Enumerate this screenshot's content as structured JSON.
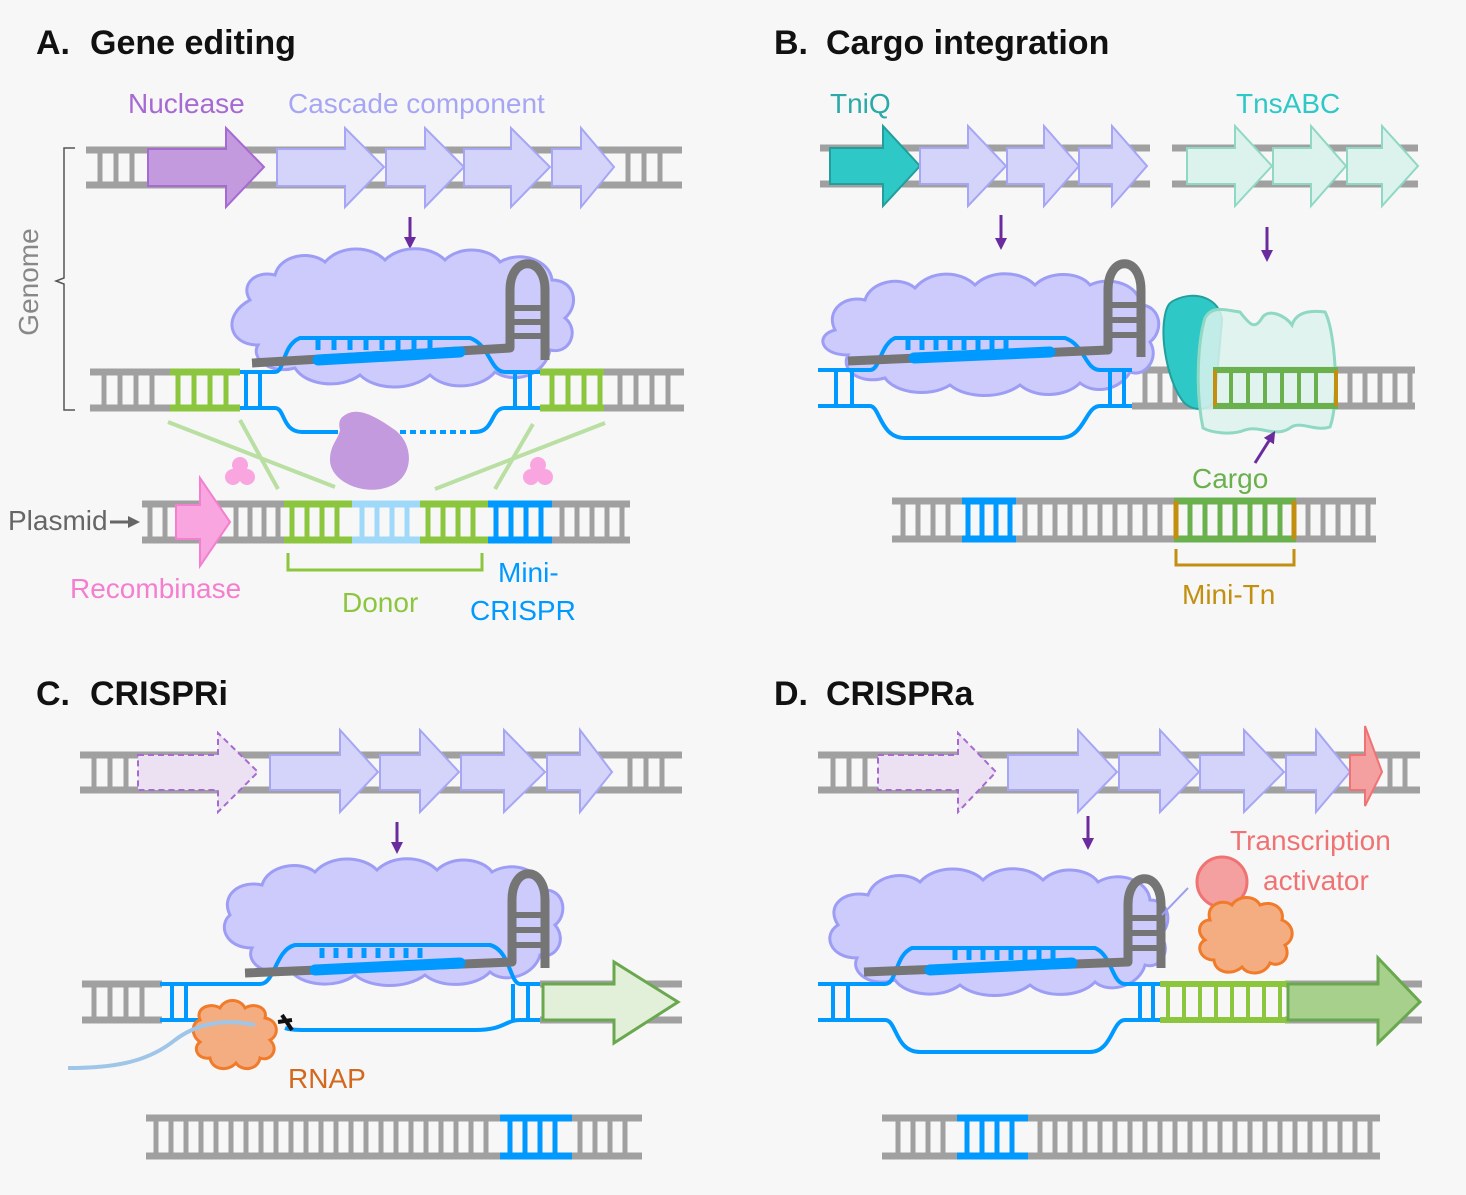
{
  "colors": {
    "background": "#f7f7f7",
    "dna": "#a0a0a0",
    "nuclease": "#c39ade",
    "nuclease_stroke": "#a66ad2",
    "cascade": "#d4d4fb",
    "cascade_stroke": "#a6a6f5",
    "cloud": "#cccbfb",
    "cloud_stroke": "#9d9df5",
    "crispr_blue": "#0099ff",
    "crrna_gray": "#757575",
    "donor_green": "#8cc63f",
    "donor_light_blue": "#9fd8f8",
    "recombinase_pink": "#f47fd0",
    "recombinase_fill": "#f9a6e0",
    "tniq": "#2ec8c7",
    "tnsabc": "#dcf2ec",
    "tnsabc_stroke": "#8fd8c4",
    "cargo_green": "#6ab04c",
    "minitn_gold": "#c28f0f",
    "rnap": "#f4ad80",
    "rnap_stroke": "#f07b2a",
    "activator": "#f4a0a0",
    "activator_stroke": "#f07373",
    "arrow_purple": "#6a2b9e",
    "target_gene": "#e2f0da",
    "target_gene_dark": "#a8d08d",
    "target_gene_stroke": "#6aa84f"
  },
  "panels": {
    "a": {
      "letter": "A.",
      "title": "Gene editing",
      "labels": {
        "nuclease": "Nuclease",
        "cascade": "Cascade component",
        "genome": "Genome",
        "plasmid": "Plasmid",
        "recombinase": "Recombinase",
        "donor": "Donor",
        "mini_crispr_1": "Mini-",
        "mini_crispr_2": "CRISPR"
      }
    },
    "b": {
      "letter": "B.",
      "title": "Cargo integration",
      "labels": {
        "tniq": "TniQ",
        "tnsabc": "TnsABC",
        "cargo": "Cargo",
        "mini_tn": "Mini-Tn"
      }
    },
    "c": {
      "letter": "C.",
      "title": "CRISPRi",
      "labels": {
        "rnap": "RNAP"
      }
    },
    "d": {
      "letter": "D.",
      "title": "CRISPRa",
      "labels": {
        "activator_1": "Transcription",
        "activator_2": "activator"
      }
    }
  }
}
